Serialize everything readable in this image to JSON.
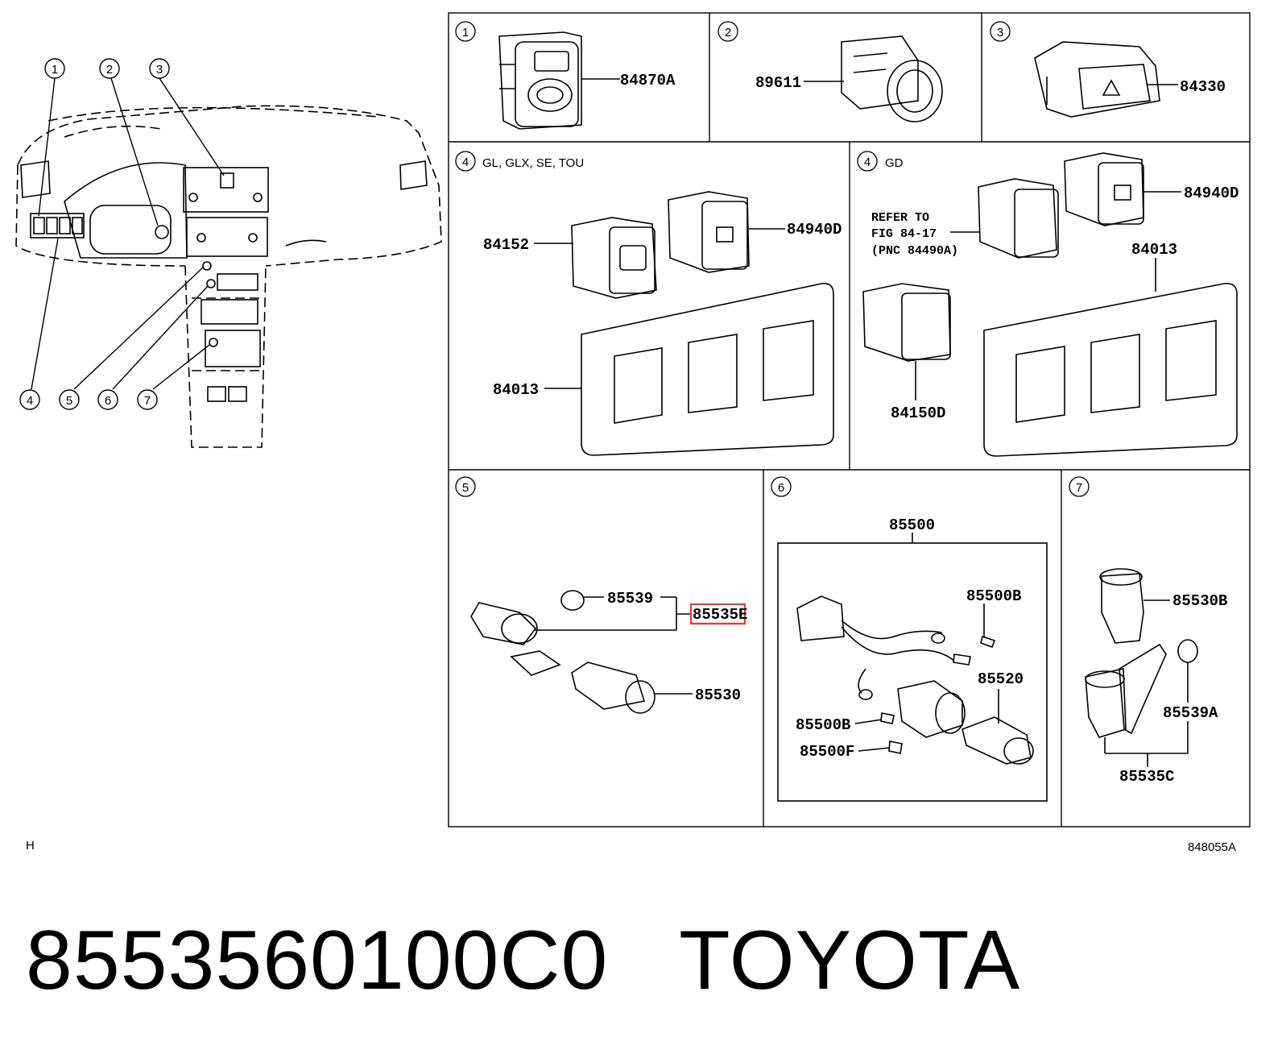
{
  "section_marker": "H",
  "figure_code": "848055A",
  "part_number_line": "8553560100C0   TOYOTA",
  "highlight_color": "#e53935",
  "overview_callouts": [
    "1",
    "2",
    "3",
    "4",
    "5",
    "6",
    "7"
  ],
  "panels": {
    "p1": {
      "num": "1",
      "labels": [
        "84870A"
      ]
    },
    "p2": {
      "num": "2",
      "labels": [
        "89611"
      ]
    },
    "p3": {
      "num": "3",
      "labels": [
        "84330"
      ]
    },
    "p4a": {
      "num": "4",
      "variant": "GL, GLX, SE, TOU",
      "labels": [
        "84152",
        "84940D",
        "84013"
      ]
    },
    "p4b": {
      "num": "4",
      "variant": "GD",
      "refer": [
        "REFER TO",
        "FIG 84-17",
        "(PNC 84490A)"
      ],
      "labels": [
        "84940D",
        "84013",
        "84150D"
      ]
    },
    "p5": {
      "num": "5",
      "labels": [
        "85539",
        "85535E",
        "85530"
      ]
    },
    "p6": {
      "num": "6",
      "labels": [
        "85500",
        "85500B",
        "85520",
        "85500B",
        "85500F"
      ]
    },
    "p7": {
      "num": "7",
      "labels": [
        "85530B",
        "85539A",
        "85535C"
      ]
    }
  }
}
